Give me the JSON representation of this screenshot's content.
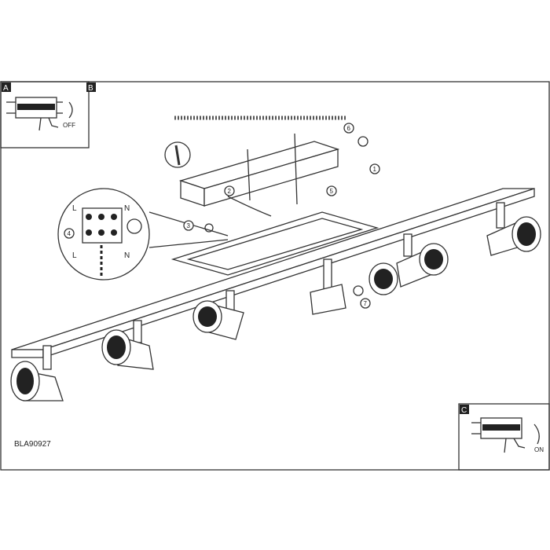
{
  "panels": {
    "a": {
      "label": "A",
      "state": "OFF"
    },
    "b": {
      "label": "B"
    },
    "c": {
      "label": "C",
      "state": "ON"
    }
  },
  "model_code": "BLA90927",
  "wiring": {
    "top_left": "L",
    "top_right": "N",
    "bottom_left": "L",
    "bottom_right": "N"
  },
  "steps": [
    "1",
    "2",
    "3",
    "4",
    "5",
    "6",
    "7"
  ]
}
